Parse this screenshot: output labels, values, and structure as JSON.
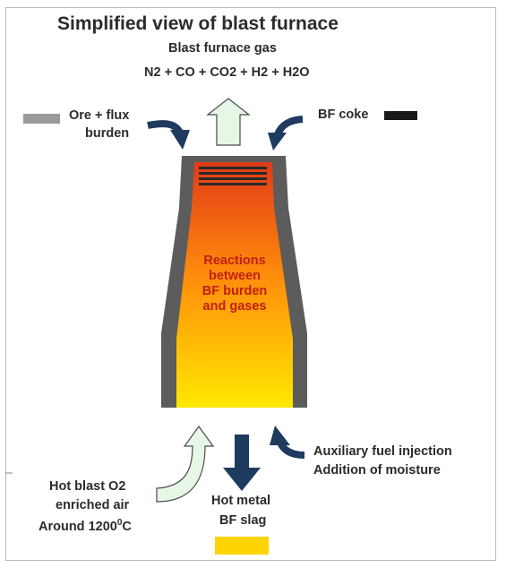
{
  "title": "Simplified view of blast furnace",
  "top_gas": {
    "label": "Blast furnace gas",
    "formula": "N2 + CO + CO2 + H2 + H2O"
  },
  "inputs": {
    "ore_line1": "Ore + flux",
    "ore_line2": "burden",
    "coke": "BF coke"
  },
  "furnace": {
    "line1": "Reactions",
    "line2": "between",
    "line3": "BF burden",
    "line4": "and gases"
  },
  "bottom": {
    "hot_blast_line1": "Hot blast O2",
    "hot_blast_line2": "enriched air",
    "hot_blast_line3": "Around 1200",
    "degree_sup": "0",
    "degree_unit": "C",
    "hot_metal": "Hot metal",
    "slag": "BF slag",
    "aux_line1": "Auxiliary fuel injection",
    "aux_line2": "Addition of moisture"
  },
  "colors": {
    "arrow_blue": "#1f3a5f",
    "gas_arrow_fill": "#e6f7e6",
    "ore_swatch": "#9a9a9a",
    "coke_swatch": "#1a1a1a",
    "slag_swatch": "#ffd400",
    "shell": "#5a5a5a",
    "interior_top": "#e8401a",
    "interior_bottom": "#ffe800",
    "text": "#2b2b2b",
    "furnace_text": "#c0200f"
  },
  "icons": {
    "ore_arrow": "curved-arrow-down-right-icon",
    "coke_arrow": "curved-arrow-down-left-icon",
    "gas_arrow": "up-arrow-icon",
    "blast_arrow": "curved-arrow-up-icon",
    "tap_arrow": "down-arrow-icon",
    "aux_arrow": "curved-arrow-up-left-icon"
  }
}
